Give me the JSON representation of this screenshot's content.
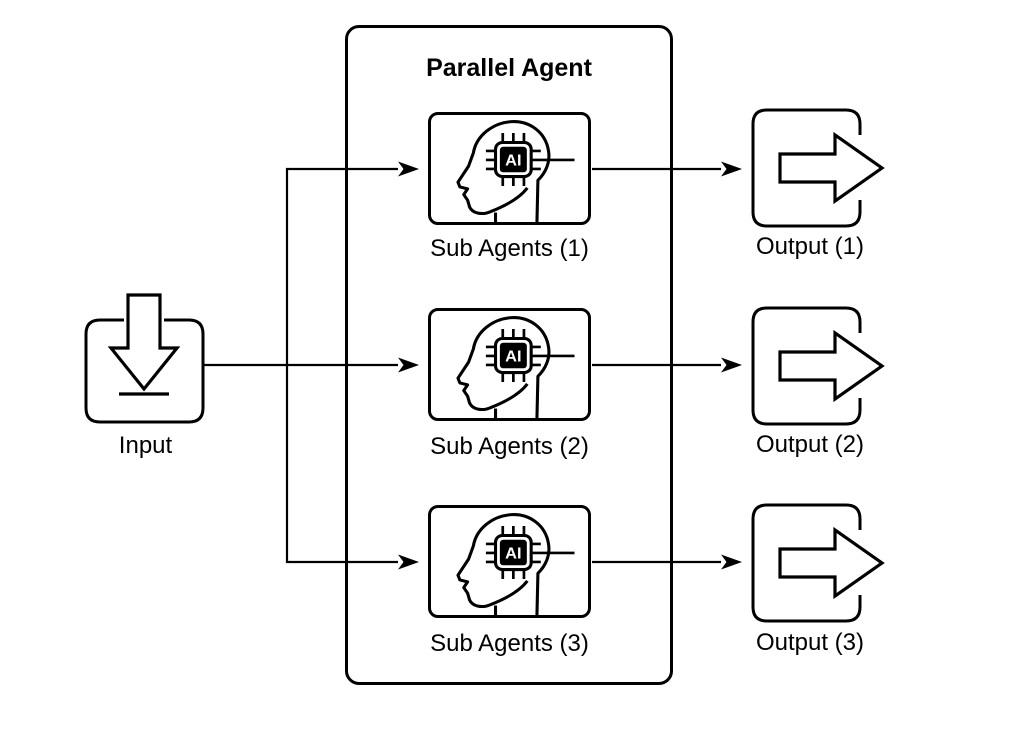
{
  "diagram": {
    "title": "Parallel Agent",
    "input": {
      "label": "Input",
      "icon": "download-into-tray-icon"
    },
    "sub_agents": [
      {
        "label": "Sub Agents (1)",
        "icon": "ai-chip-head-icon"
      },
      {
        "label": "Sub Agents (2)",
        "icon": "ai-chip-head-icon"
      },
      {
        "label": "Sub Agents (3)",
        "icon": "ai-chip-head-icon"
      }
    ],
    "outputs": [
      {
        "label": "Output (1)",
        "icon": "arrow-right-icon"
      },
      {
        "label": "Output (2)",
        "icon": "arrow-right-icon"
      },
      {
        "label": "Output (3)",
        "icon": "arrow-right-icon"
      }
    ],
    "chip_text": "AI",
    "colors": {
      "line": "#000000",
      "background": "#ffffff",
      "chip_fill": "#000000",
      "chip_text_color": "#ffffff"
    }
  }
}
